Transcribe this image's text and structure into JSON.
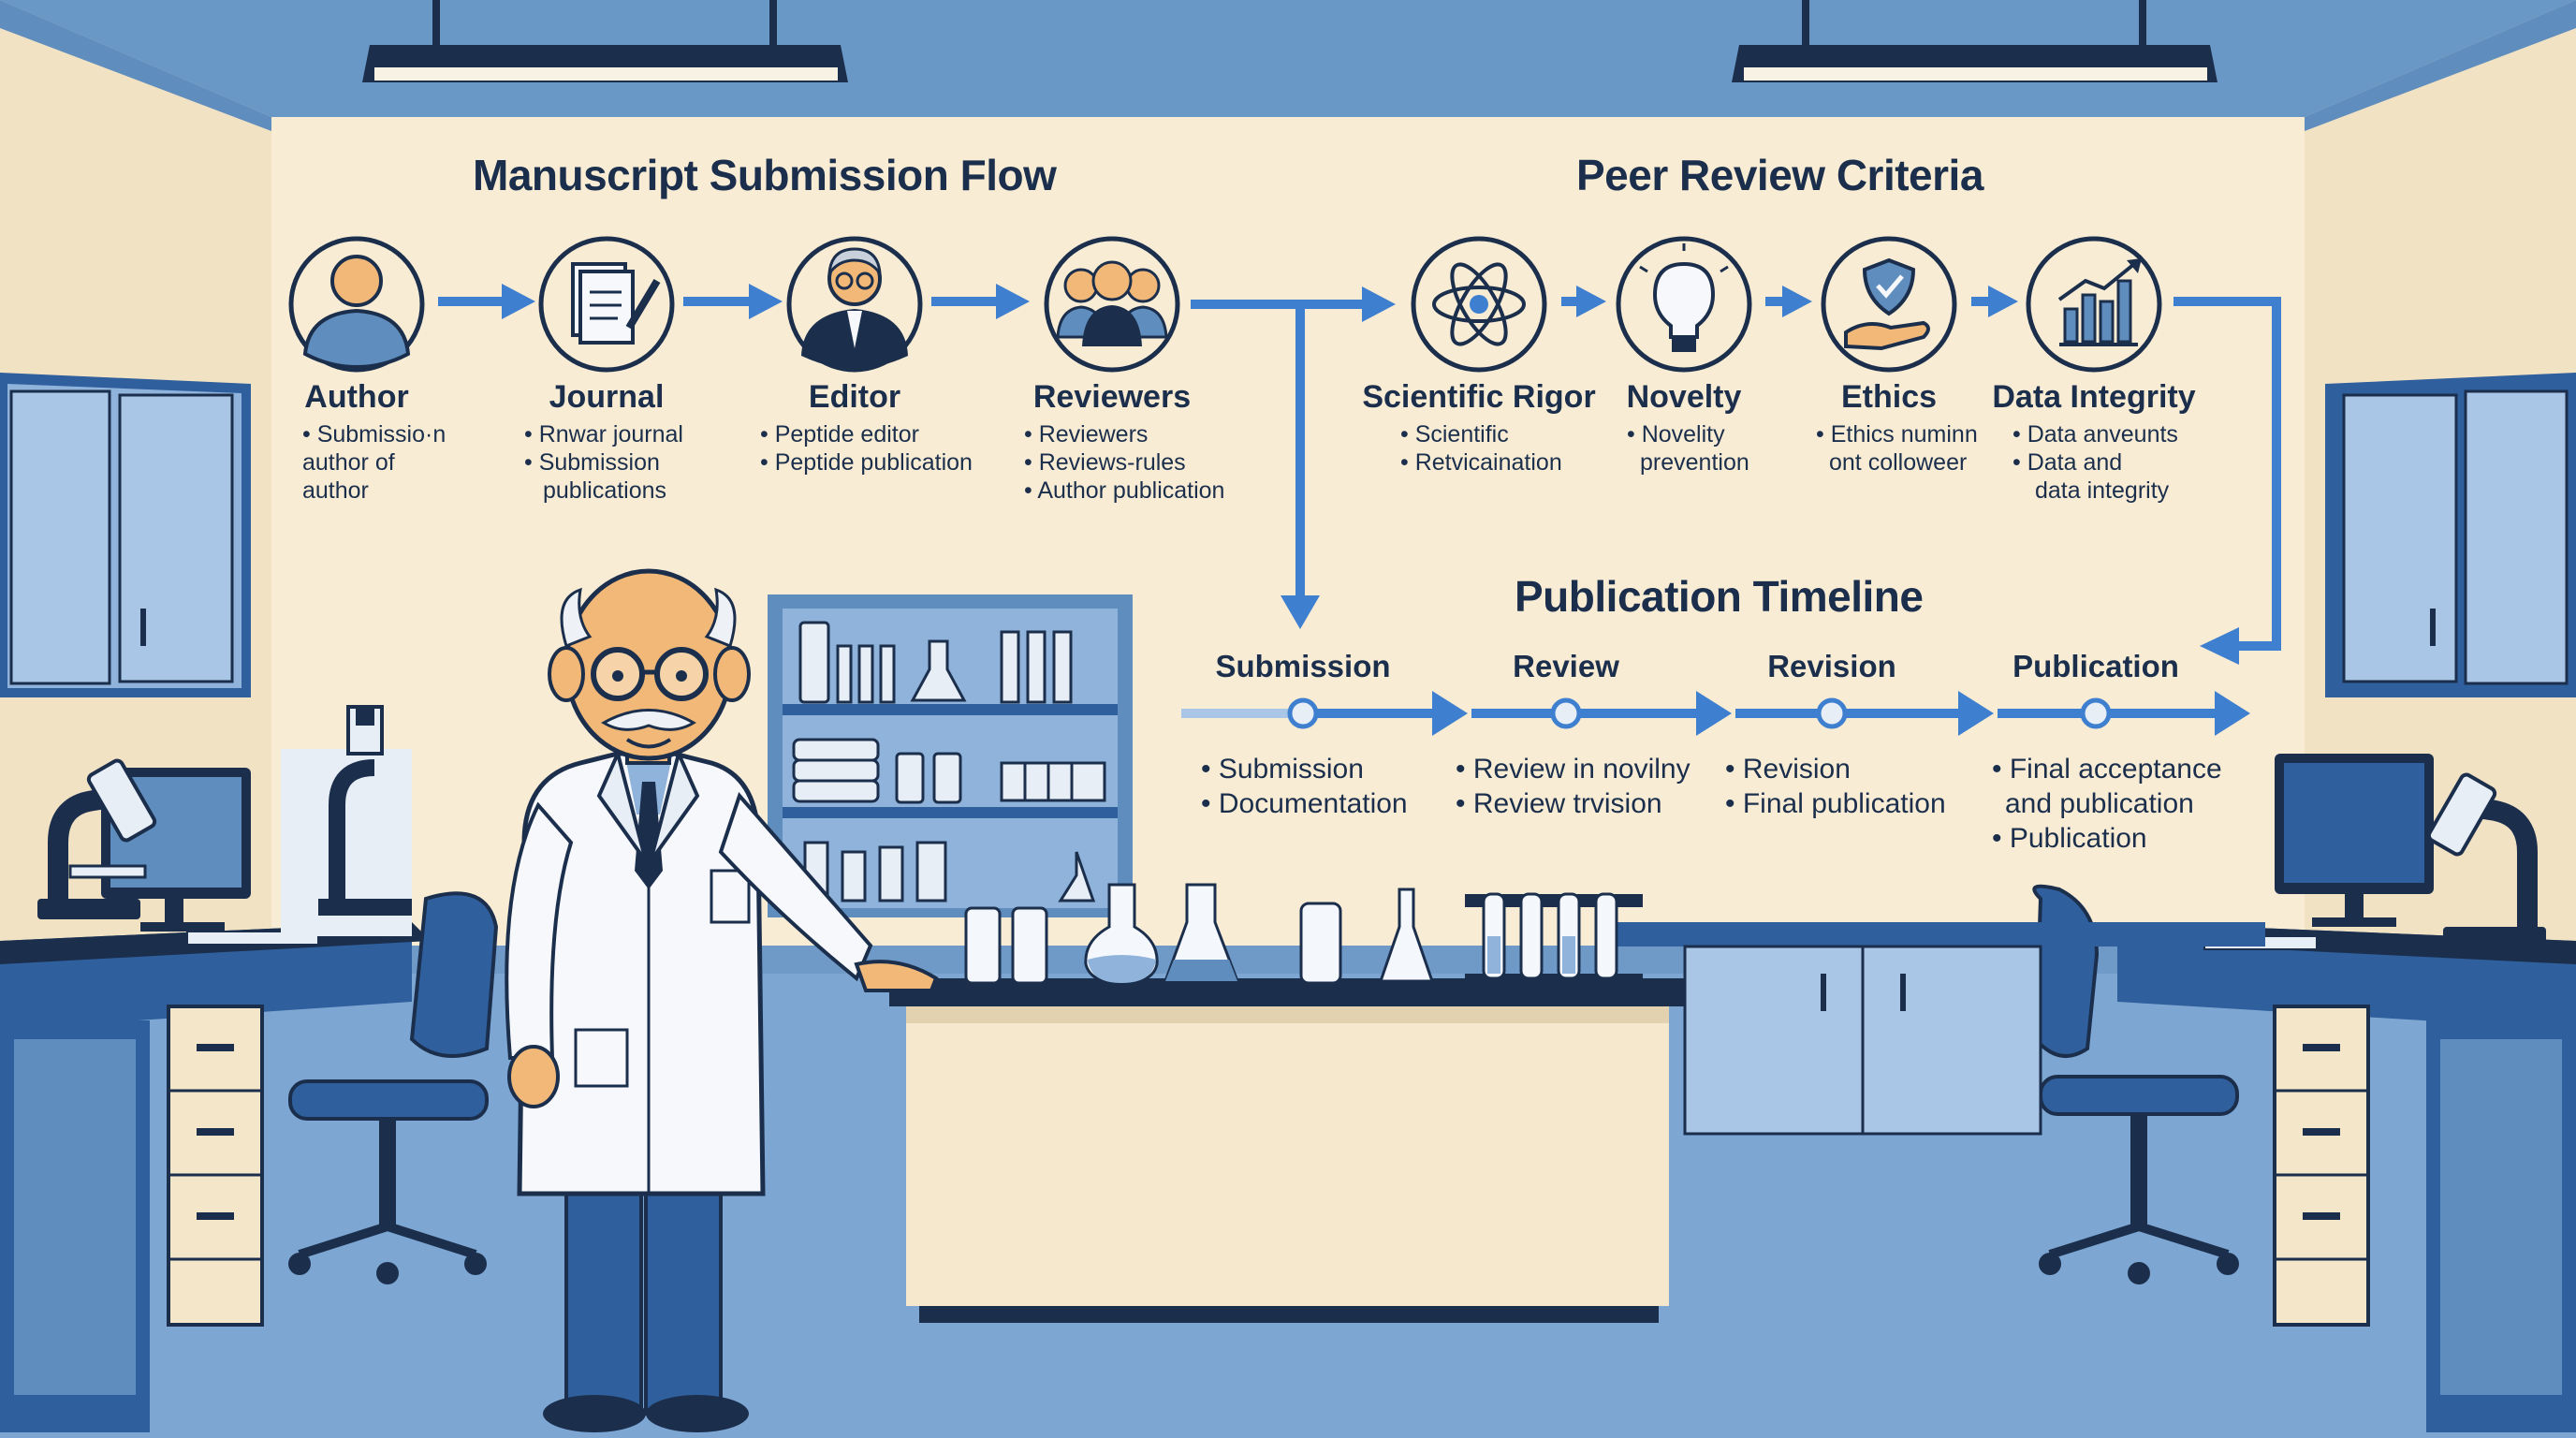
{
  "colors": {
    "wall": "#f8ecd4",
    "navy": "#1b2f4d",
    "accent_blue": "#3f7fd0",
    "floor": "#7da6d2",
    "cabinet": "#2f5f9c"
  },
  "submission_flow": {
    "title": "Manuscript Submission Flow",
    "nodes": [
      {
        "label": "Author",
        "icon": "author-person-icon",
        "bullets": [
          "• Submissio·n",
          "author of",
          "author"
        ]
      },
      {
        "label": "Journal",
        "icon": "journal-document-pen-icon",
        "bullets": [
          "• Rnwar journal",
          "• Submission",
          "publications"
        ]
      },
      {
        "label": "Editor",
        "icon": "editor-person-glasses-icon",
        "bullets": [
          "• Peptide editor",
          "• Peptide publication"
        ]
      },
      {
        "label": "Reviewers",
        "icon": "reviewers-group-icon",
        "bullets": [
          "• Reviewers",
          "• Reviews-rules",
          "• Author publication"
        ]
      }
    ]
  },
  "review_criteria": {
    "title": "Peer Review Criteria",
    "nodes": [
      {
        "label": "Scientific Rigor",
        "icon": "atom-icon",
        "bullets": [
          "• Scientific",
          "• Retvicaination"
        ]
      },
      {
        "label": "Novelty",
        "icon": "lightbulb-icon",
        "bullets": [
          "• Novelity",
          "prevention"
        ]
      },
      {
        "label": "Ethics",
        "icon": "hand-shield-icon",
        "bullets": [
          "• Ethics numinn",
          "ont colloweer"
        ]
      },
      {
        "label": "Data Integrity",
        "icon": "bar-chart-icon",
        "bullets": [
          "• Data anveunts",
          "• Data and",
          "data integrity"
        ]
      }
    ]
  },
  "timeline": {
    "title": "Publication Timeline",
    "stages": [
      {
        "label": "Submission",
        "bullets": [
          "• Submission",
          "• Documentation"
        ]
      },
      {
        "label": "Review",
        "bullets": [
          "• Review in novilny",
          "• Review trvision"
        ]
      },
      {
        "label": "Revision",
        "bullets": [
          "• Revision",
          "• Final publication"
        ]
      },
      {
        "label": "Publication",
        "bullets": [
          "• Final acceptance",
          "and publication",
          "• Publication"
        ]
      }
    ]
  }
}
